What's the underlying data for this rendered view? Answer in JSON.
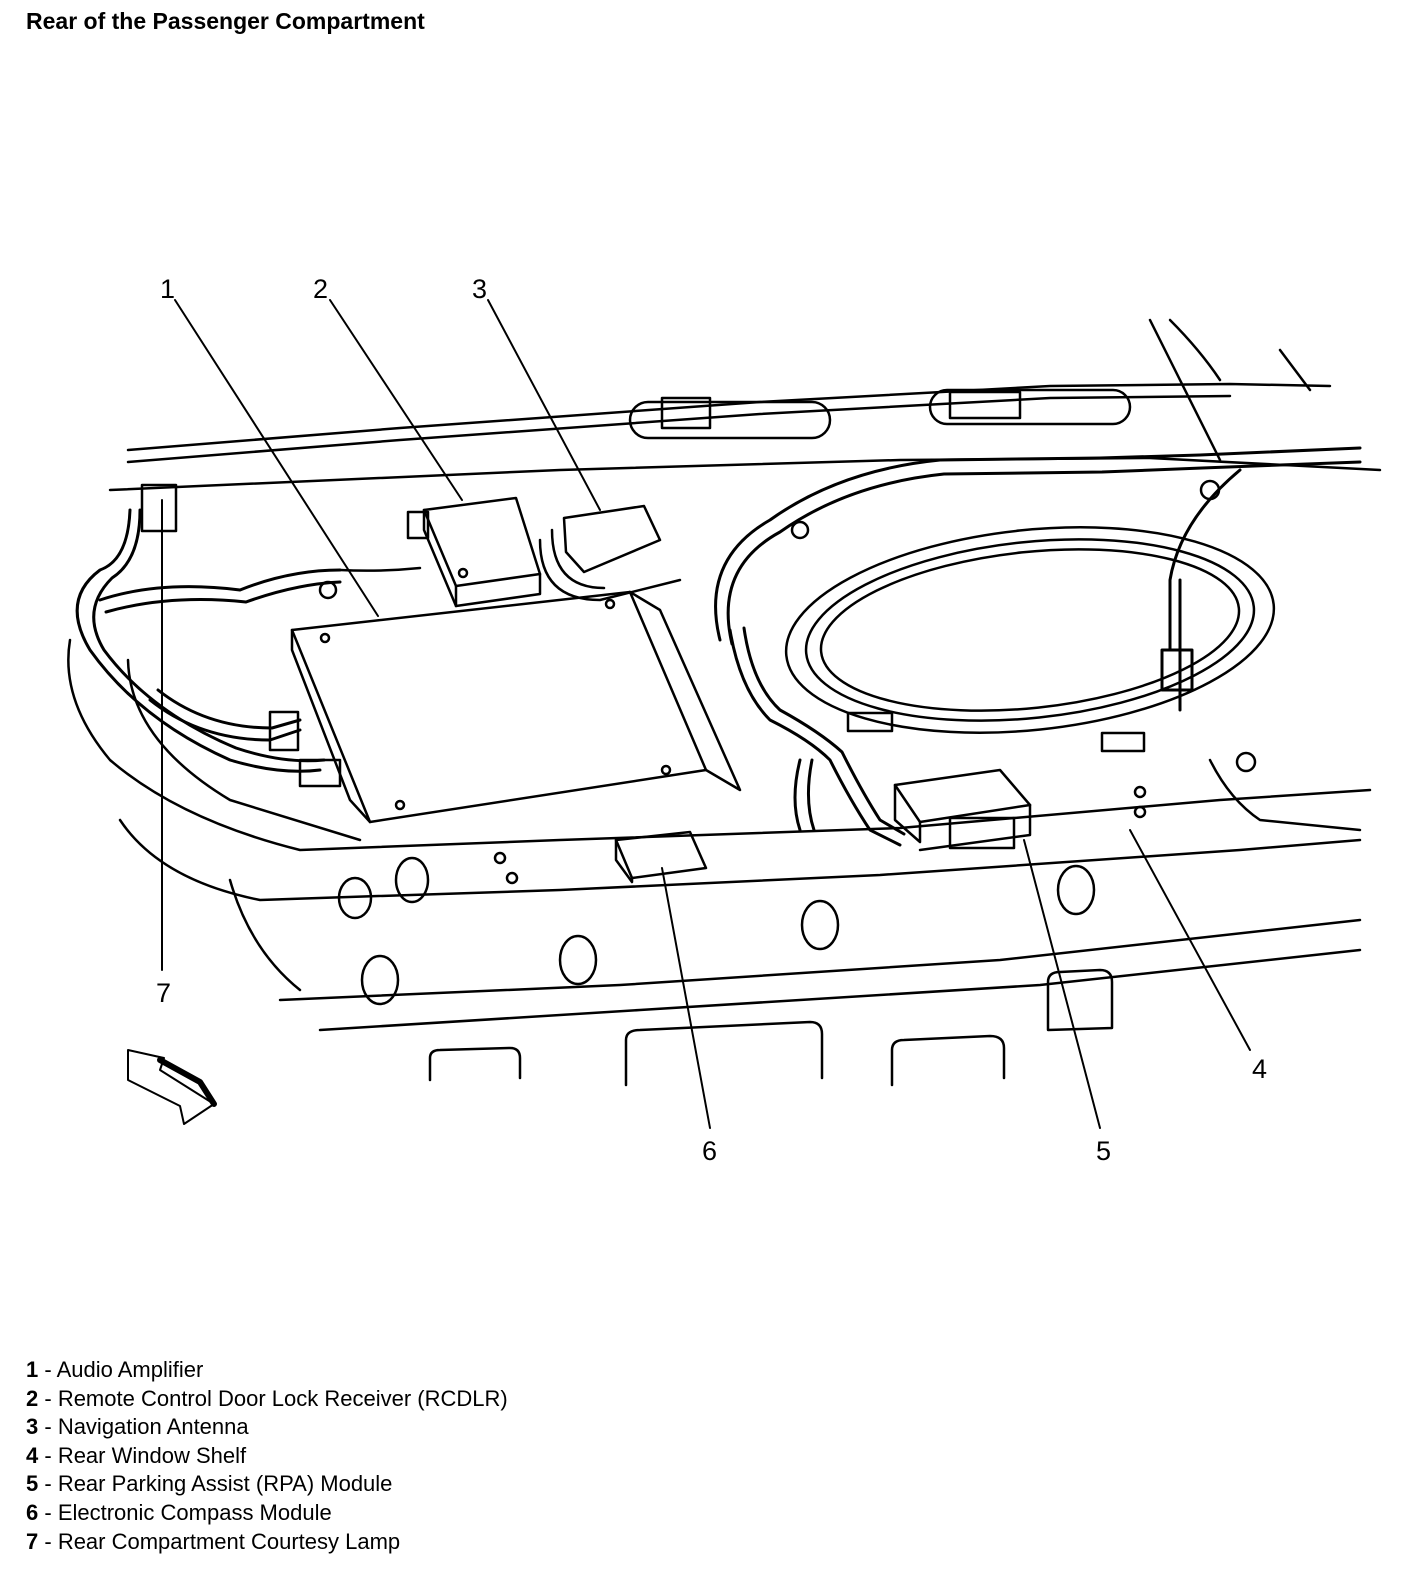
{
  "title": "Rear of the Passenger Compartment",
  "callouts": [
    "1",
    "2",
    "3",
    "4",
    "5",
    "6",
    "7"
  ],
  "legend": [
    {
      "num": "1",
      "sep": " - ",
      "label": "Audio Amplifier"
    },
    {
      "num": "2",
      "sep": " - ",
      "label": "Remote Control Door Lock Receiver (RCDLR)"
    },
    {
      "num": "3",
      "sep": " - ",
      "label": "Navigation Antenna"
    },
    {
      "num": "4",
      "sep": " - ",
      "label": "Rear Window Shelf"
    },
    {
      "num": "5",
      "sep": " - ",
      "label": "Rear Parking Assist (RPA) Module"
    },
    {
      "num": "6",
      "sep": " - ",
      "label": "Electronic Compass Module"
    },
    {
      "num": "7",
      "sep": " - ",
      "label": "Rear Compartment Courtesy Lamp"
    }
  ]
}
